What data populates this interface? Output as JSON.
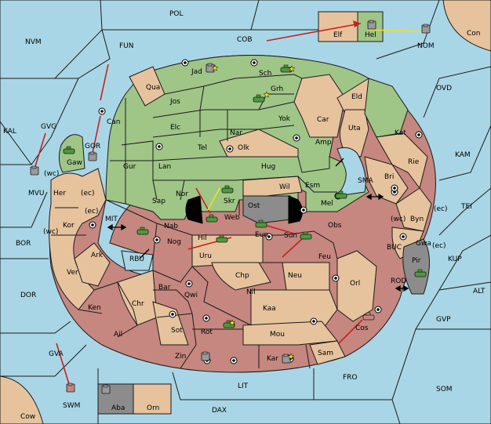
{
  "labels": {
    "POL": "POL",
    "NVM": "NVM",
    "FUN": "FUN",
    "COB": "COB",
    "Elf": "Elf",
    "Hel": "Hel",
    "NOM": "NOM",
    "Con": "Con",
    "OVD": "OVD",
    "KAL": "KAL",
    "GVG": "GVG",
    "MVU": "MVU",
    "KAM": "KAM",
    "TEI": "TEI",
    "BOR": "BOR",
    "DOR": "DOR",
    "KUP": "KUP",
    "ALT": "ALT",
    "GVP": "GVP",
    "GVA": "GVA",
    "SWM": "SWM",
    "LIT": "LIT",
    "FRO": "FRO",
    "SOM": "SOM",
    "DAX": "DAX",
    "Cow": "Cow",
    "Aba": "Aba",
    "Orn": "Orn",
    "MIT": "MIT",
    "RBU": "RBU",
    "SMA": "SMA",
    "BUC": "BUC",
    "ROD": "ROD",
    "Jad": "Jad",
    "Sch": "Sch",
    "Qua": "Qua",
    "Jos": "Jos",
    "Grh": "Grh",
    "Eld": "Eld",
    "Can": "Can",
    "Elc": "Elc",
    "Nar": "Nar",
    "Yok": "Yok",
    "Car": "Car",
    "Uta": "Uta",
    "Kat": "Kat",
    "Gaw": "Gaw",
    "GOR": "GOR",
    "Tel": "Tel",
    "Olk": "Olk",
    "Amp": "Amp",
    "Gur": "Gur",
    "Lan": "Lan",
    "Hug": "Hug",
    "Rie": "Rie",
    "Bri": "Bri",
    "Her": "Her",
    "Nor": "Nor",
    "Skr": "Skr",
    "Wil": "Wil",
    "Esm": "Esm",
    "Sap": "Sap",
    "Web": "Web",
    "Ost": "Ost",
    "Mel": "Mel",
    "Byn": "Byn",
    "Kor": "Kor",
    "Nab": "Nab",
    "Obs": "Obs",
    "Eun": "Eun",
    "Sun": "Sun",
    "Gwa": "Gwa",
    "Nog": "Nog",
    "Hil": "Hil",
    "Pir": "Pir",
    "Ark": "Ark",
    "Uru": "Uru",
    "Feu": "Feu",
    "Chp": "Chp",
    "Neu": "Neu",
    "Ver": "Ver",
    "Bar": "Bar",
    "Qwi": "Qwi",
    "Nil": "Nil",
    "Orl": "Orl",
    "Ken": "Ken",
    "Chr": "Chr",
    "Kaa": "Kaa",
    "Ail": "Ail",
    "Sot": "Sot",
    "Rot": "Rot",
    "Mou": "Mou",
    "Cos": "Cos",
    "Zin": "Zin",
    "Kar": "Kar",
    "Sam": "Sam"
  },
  "coasts": {
    "wc1": "(wc)",
    "ec1": "(ec)",
    "ec2": "(ec)",
    "wc2": "(wc)",
    "wc3": "(wc)",
    "ec3": "(ec)",
    "ec4": "(ec)"
  },
  "colors": {
    "sea": "#a9d6e6",
    "neutral": "#e6c39d",
    "green": "#9fc587",
    "red": "#c5877f",
    "grey": "#8c8c8c"
  }
}
